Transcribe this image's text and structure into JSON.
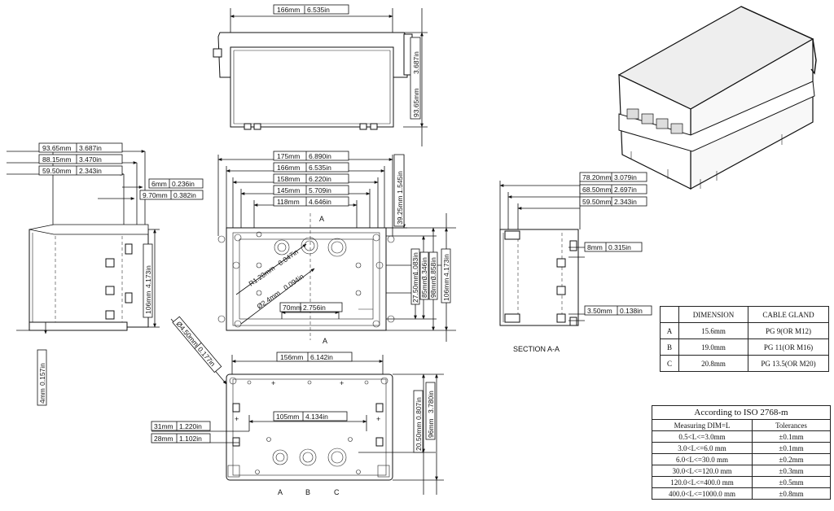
{
  "top_view": {
    "width_dim": "166mm",
    "width_in": "6.535in",
    "height_dim": "93.65mm",
    "height_in": "3.687in"
  },
  "side_view": {
    "dims": [
      {
        "mm": "93.65mm",
        "in": "3.687in"
      },
      {
        "mm": "88.15mm",
        "in": "3.470in"
      },
      {
        "mm": "59.50mm",
        "in": "2.343in"
      },
      {
        "mm": "6mm",
        "in": "0.236in"
      },
      {
        "mm": "9.70mm",
        "in": "0.382in"
      }
    ],
    "height": {
      "mm": "106mm",
      "in": "4.173in"
    },
    "base": {
      "mm": "4mm",
      "in": "0.157in"
    }
  },
  "front_view": {
    "widths": [
      {
        "mm": "175mm",
        "in": "6.890in"
      },
      {
        "mm": "166mm",
        "in": "6.535in"
      },
      {
        "mm": "158mm",
        "in": "6.220in"
      },
      {
        "mm": "145mm",
        "in": "5.709in"
      },
      {
        "mm": "118mm",
        "in": "4.646in"
      }
    ],
    "top_h": {
      "mm": "39.25mm",
      "in": "1.545in"
    },
    "radius": {
      "mm": "R1.20mm",
      "in": "0.047in"
    },
    "hole": {
      "mm": "Ø2.4mm",
      "in": "0.094in"
    },
    "pitch70": {
      "mm": "70mm",
      "in": "2.756in"
    },
    "right": [
      {
        "mm": "27.50mm",
        "in": "1.083in"
      },
      {
        "mm": "85mm",
        "in": "3.346in"
      },
      {
        "mm": "98mm",
        "in": "3.858in"
      },
      {
        "mm": "106mm",
        "in": "4.173in"
      }
    ],
    "section_mark": "A"
  },
  "bottom_view": {
    "hole": {
      "mm": "Ø4.50mm",
      "in": "0.177in"
    },
    "width": {
      "mm": "156mm",
      "in": "6.142in"
    },
    "mid": {
      "mm": "105mm",
      "in": "4.134in"
    },
    "left1": {
      "mm": "31mm",
      "in": "1.220in"
    },
    "left2": {
      "mm": "28mm",
      "in": "1.102in"
    },
    "right1": {
      "mm": "20.50mm",
      "in": "0.807in"
    },
    "right2": {
      "mm": "96mm",
      "in": "3.780in"
    },
    "glands": [
      "A",
      "B",
      "C"
    ]
  },
  "section_view": {
    "dims": [
      {
        "mm": "78.20mm",
        "in": "3.079in"
      },
      {
        "mm": "68.50mm",
        "in": "2.697in"
      },
      {
        "mm": "59.50mm",
        "in": "2.343in"
      }
    ],
    "d8": {
      "mm": "8mm",
      "in": "0.315in"
    },
    "d35": {
      "mm": "3.50mm",
      "in": "0.138in"
    },
    "title": "SECTION  A-A"
  },
  "gland_table": {
    "headers": [
      "",
      "DIMENSION",
      "CABLE GLAND"
    ],
    "rows": [
      [
        "A",
        "15.6mm",
        "PG 9(OR M12)"
      ],
      [
        "B",
        "19.0mm",
        "PG 11(OR M16)"
      ],
      [
        "C",
        "20.8mm",
        "PG 13.5(OR M20)"
      ]
    ]
  },
  "iso_table": {
    "title": "According to ISO 2768-m",
    "headers": [
      "Measuring  DIM=L",
      "Tolerances"
    ],
    "rows": [
      [
        "0.5<L<=3.0mm",
        "±0.1mm"
      ],
      [
        "3.0<L<=6.0 mm",
        "±0.1mm"
      ],
      [
        "6.0<L<=30.0 mm",
        "±0.2mm"
      ],
      [
        "30.0<L<=120.0 mm",
        "±0.3mm"
      ],
      [
        "120.0<L<=400.0 mm",
        "±0.5mm"
      ],
      [
        "400.0<L<=1000.0 mm",
        "±0.8mm"
      ]
    ]
  }
}
